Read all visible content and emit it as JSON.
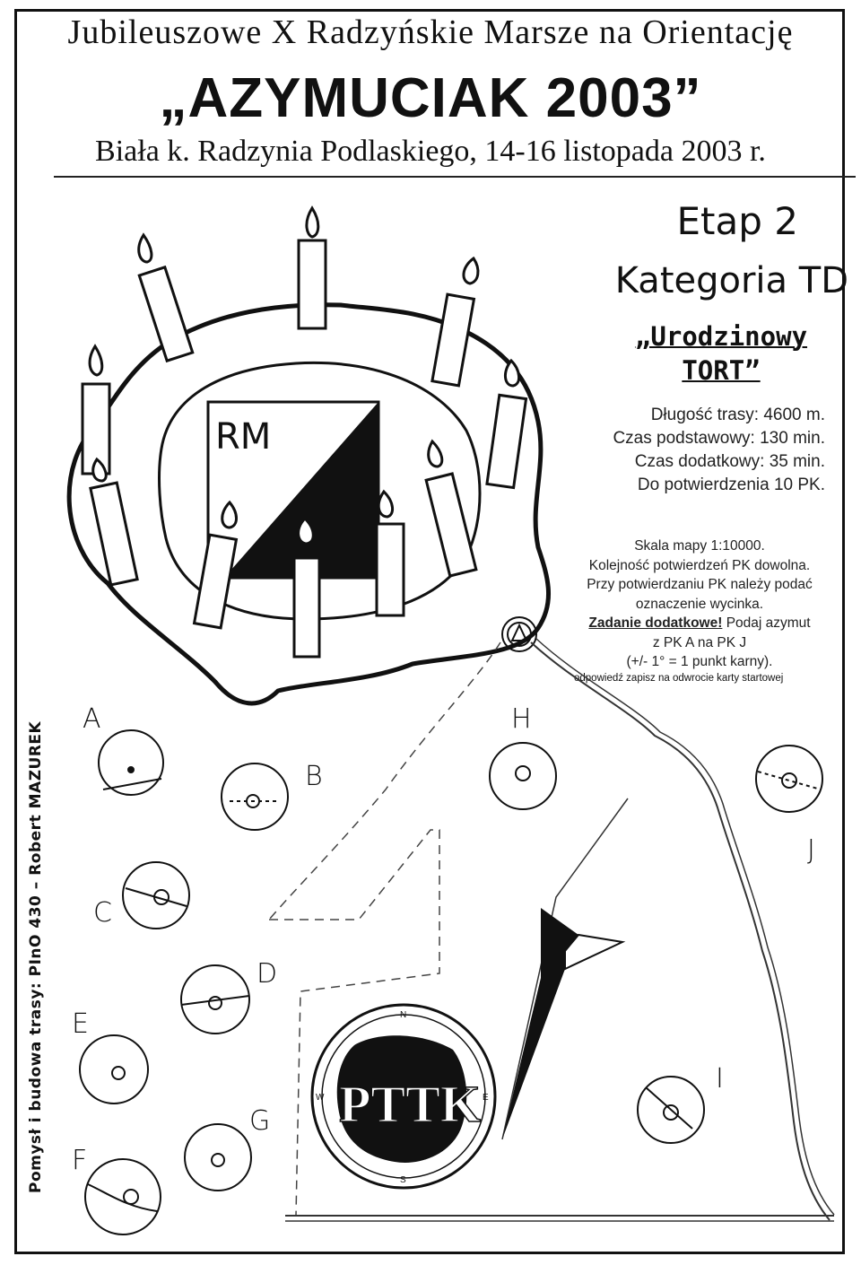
{
  "header": {
    "line1": "Jubileuszowe X Radzyńskie Marsze na Orientację",
    "title": "„AZYMUCIAK 2003”",
    "line3": "Biała k. Radzynia Podlaskiego, 14-16 listopada 2003 r."
  },
  "stage": "Etap 2",
  "category": "Kategoria TD",
  "route_name_line1": "„Urodzinowy",
  "route_name_line2": "TORT”",
  "info": {
    "length": "Długość trasy: 4600 m.",
    "base_time": "Czas podstawowy: 130 min.",
    "extra_time": "Czas dodatkowy: 35 min.",
    "confirm": "Do potwierdzenia 10 PK.",
    "scale": "Skala mapy 1:10000.",
    "order": "Kolejność potwierdzeń PK dowolna.",
    "marking_1": "Przy potwierdzaniu PK należy podać",
    "marking_2": "oznaczenie wycinka.",
    "task_label": "Zadanie dodatkowe!",
    "task_1": " Podaj azymut",
    "task_2": "z PK A na PK J",
    "task_3": "(+/- 1° = 1 punkt karny).",
    "note": "odpowiedź zapisz na odwrocie karty startowej"
  },
  "author": "Pomysł i budowa trasy: PInO 430 – Robert MAZUREK",
  "logo_rm": "RM",
  "logo_ptt": "PTTK",
  "compass": {
    "n": "N",
    "s": "S",
    "e": "E",
    "w": "W"
  },
  "checkpoints": [
    "A",
    "B",
    "C",
    "D",
    "E",
    "F",
    "G",
    "H",
    "I",
    "J"
  ]
}
